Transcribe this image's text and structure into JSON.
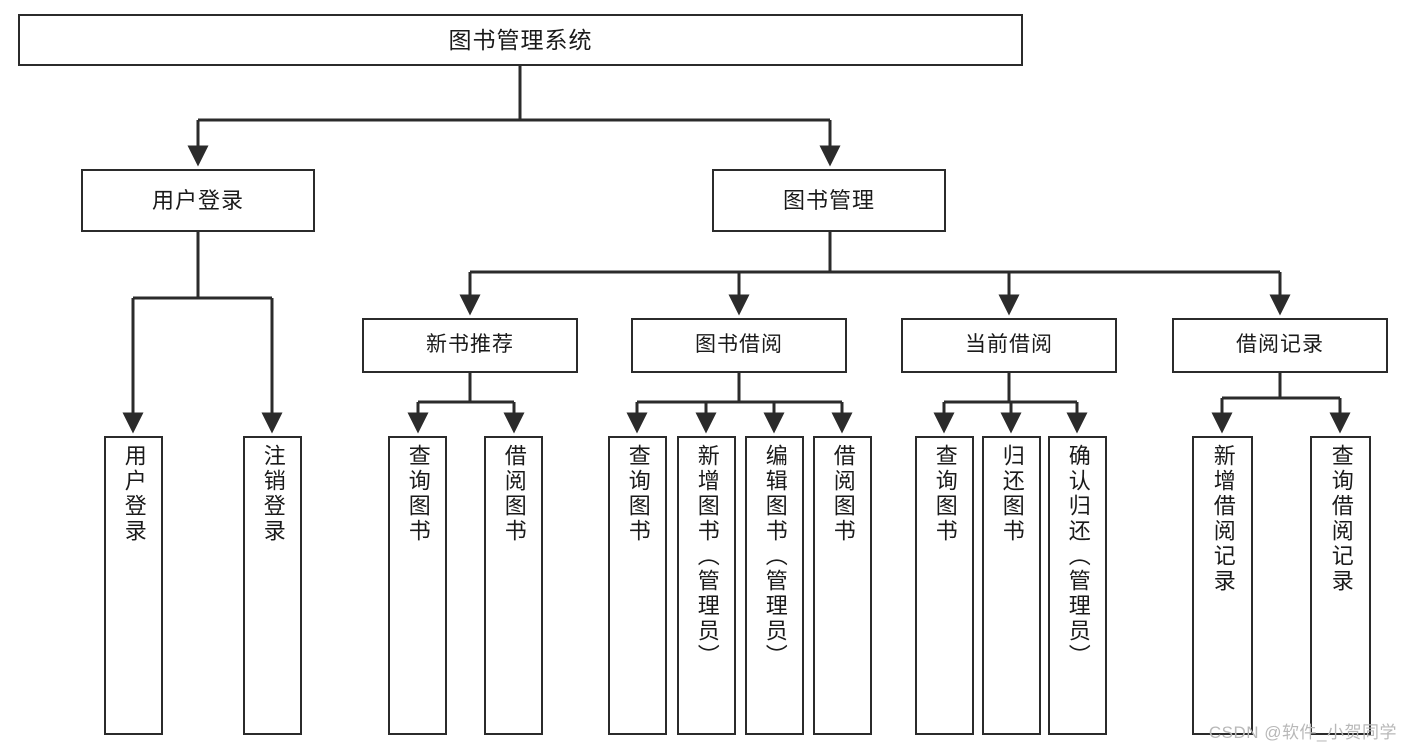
{
  "diagram": {
    "title": "图书管理系统",
    "watermark": "CSDN @软件_小贺同学",
    "line_color": "#2b2b2b",
    "box_fill": "#ffffff",
    "text_color": "#1a1a1a",
    "watermark_color": "#b8b8b8",
    "nodes": {
      "root": {
        "label": "图书管理系统"
      },
      "level2": [
        {
          "label": "用户登录"
        },
        {
          "label": "图书管理"
        }
      ],
      "level3": [
        {
          "label": "新书推荐"
        },
        {
          "label": "图书借阅"
        },
        {
          "label": "当前借阅"
        },
        {
          "label": "借阅记录"
        }
      ],
      "leaves": {
        "user_login": [
          {
            "label": "用户登录"
          },
          {
            "label": "注销登录"
          }
        ],
        "new_book": [
          {
            "label": "查询图书"
          },
          {
            "label": "借阅图书"
          }
        ],
        "book_borrow": [
          {
            "label": "查询图书"
          },
          {
            "label": "新增图书（管理员）"
          },
          {
            "label": "编辑图书（管理员）"
          },
          {
            "label": "借阅图书"
          }
        ],
        "current_borrow": [
          {
            "label": "查询图书"
          },
          {
            "label": "归还图书"
          },
          {
            "label": "确认归还（管理员）"
          }
        ],
        "borrow_record": [
          {
            "label": "新增借阅记录"
          },
          {
            "label": "查询借阅记录"
          }
        ]
      }
    }
  }
}
